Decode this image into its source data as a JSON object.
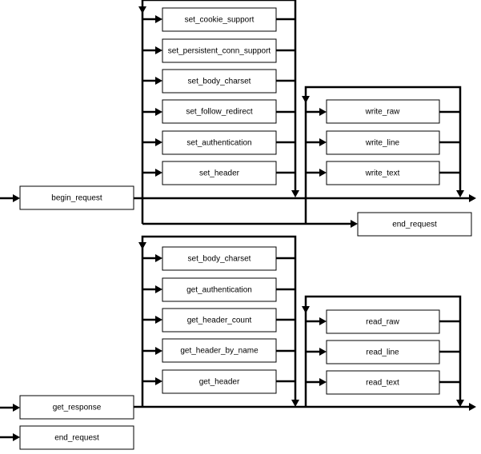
{
  "request": {
    "begin": "begin_request",
    "setters": [
      "set_cookie_support",
      "set_persistent_conn_support",
      "set_body_charset",
      "set_follow_redirect",
      "set_authentication",
      "set_header"
    ],
    "writers": [
      "write_raw",
      "write_line",
      "write_text"
    ],
    "end": "end_request"
  },
  "response": {
    "begin": "get_response",
    "getters": [
      "set_body_charset",
      "get_authentication",
      "get_header_count",
      "get_header_by_name",
      "get_header"
    ],
    "readers": [
      "read_raw",
      "read_line",
      "read_text"
    ],
    "end": "end_request"
  },
  "colors": {
    "line": "#000000",
    "box_fill": "#ffffff"
  }
}
